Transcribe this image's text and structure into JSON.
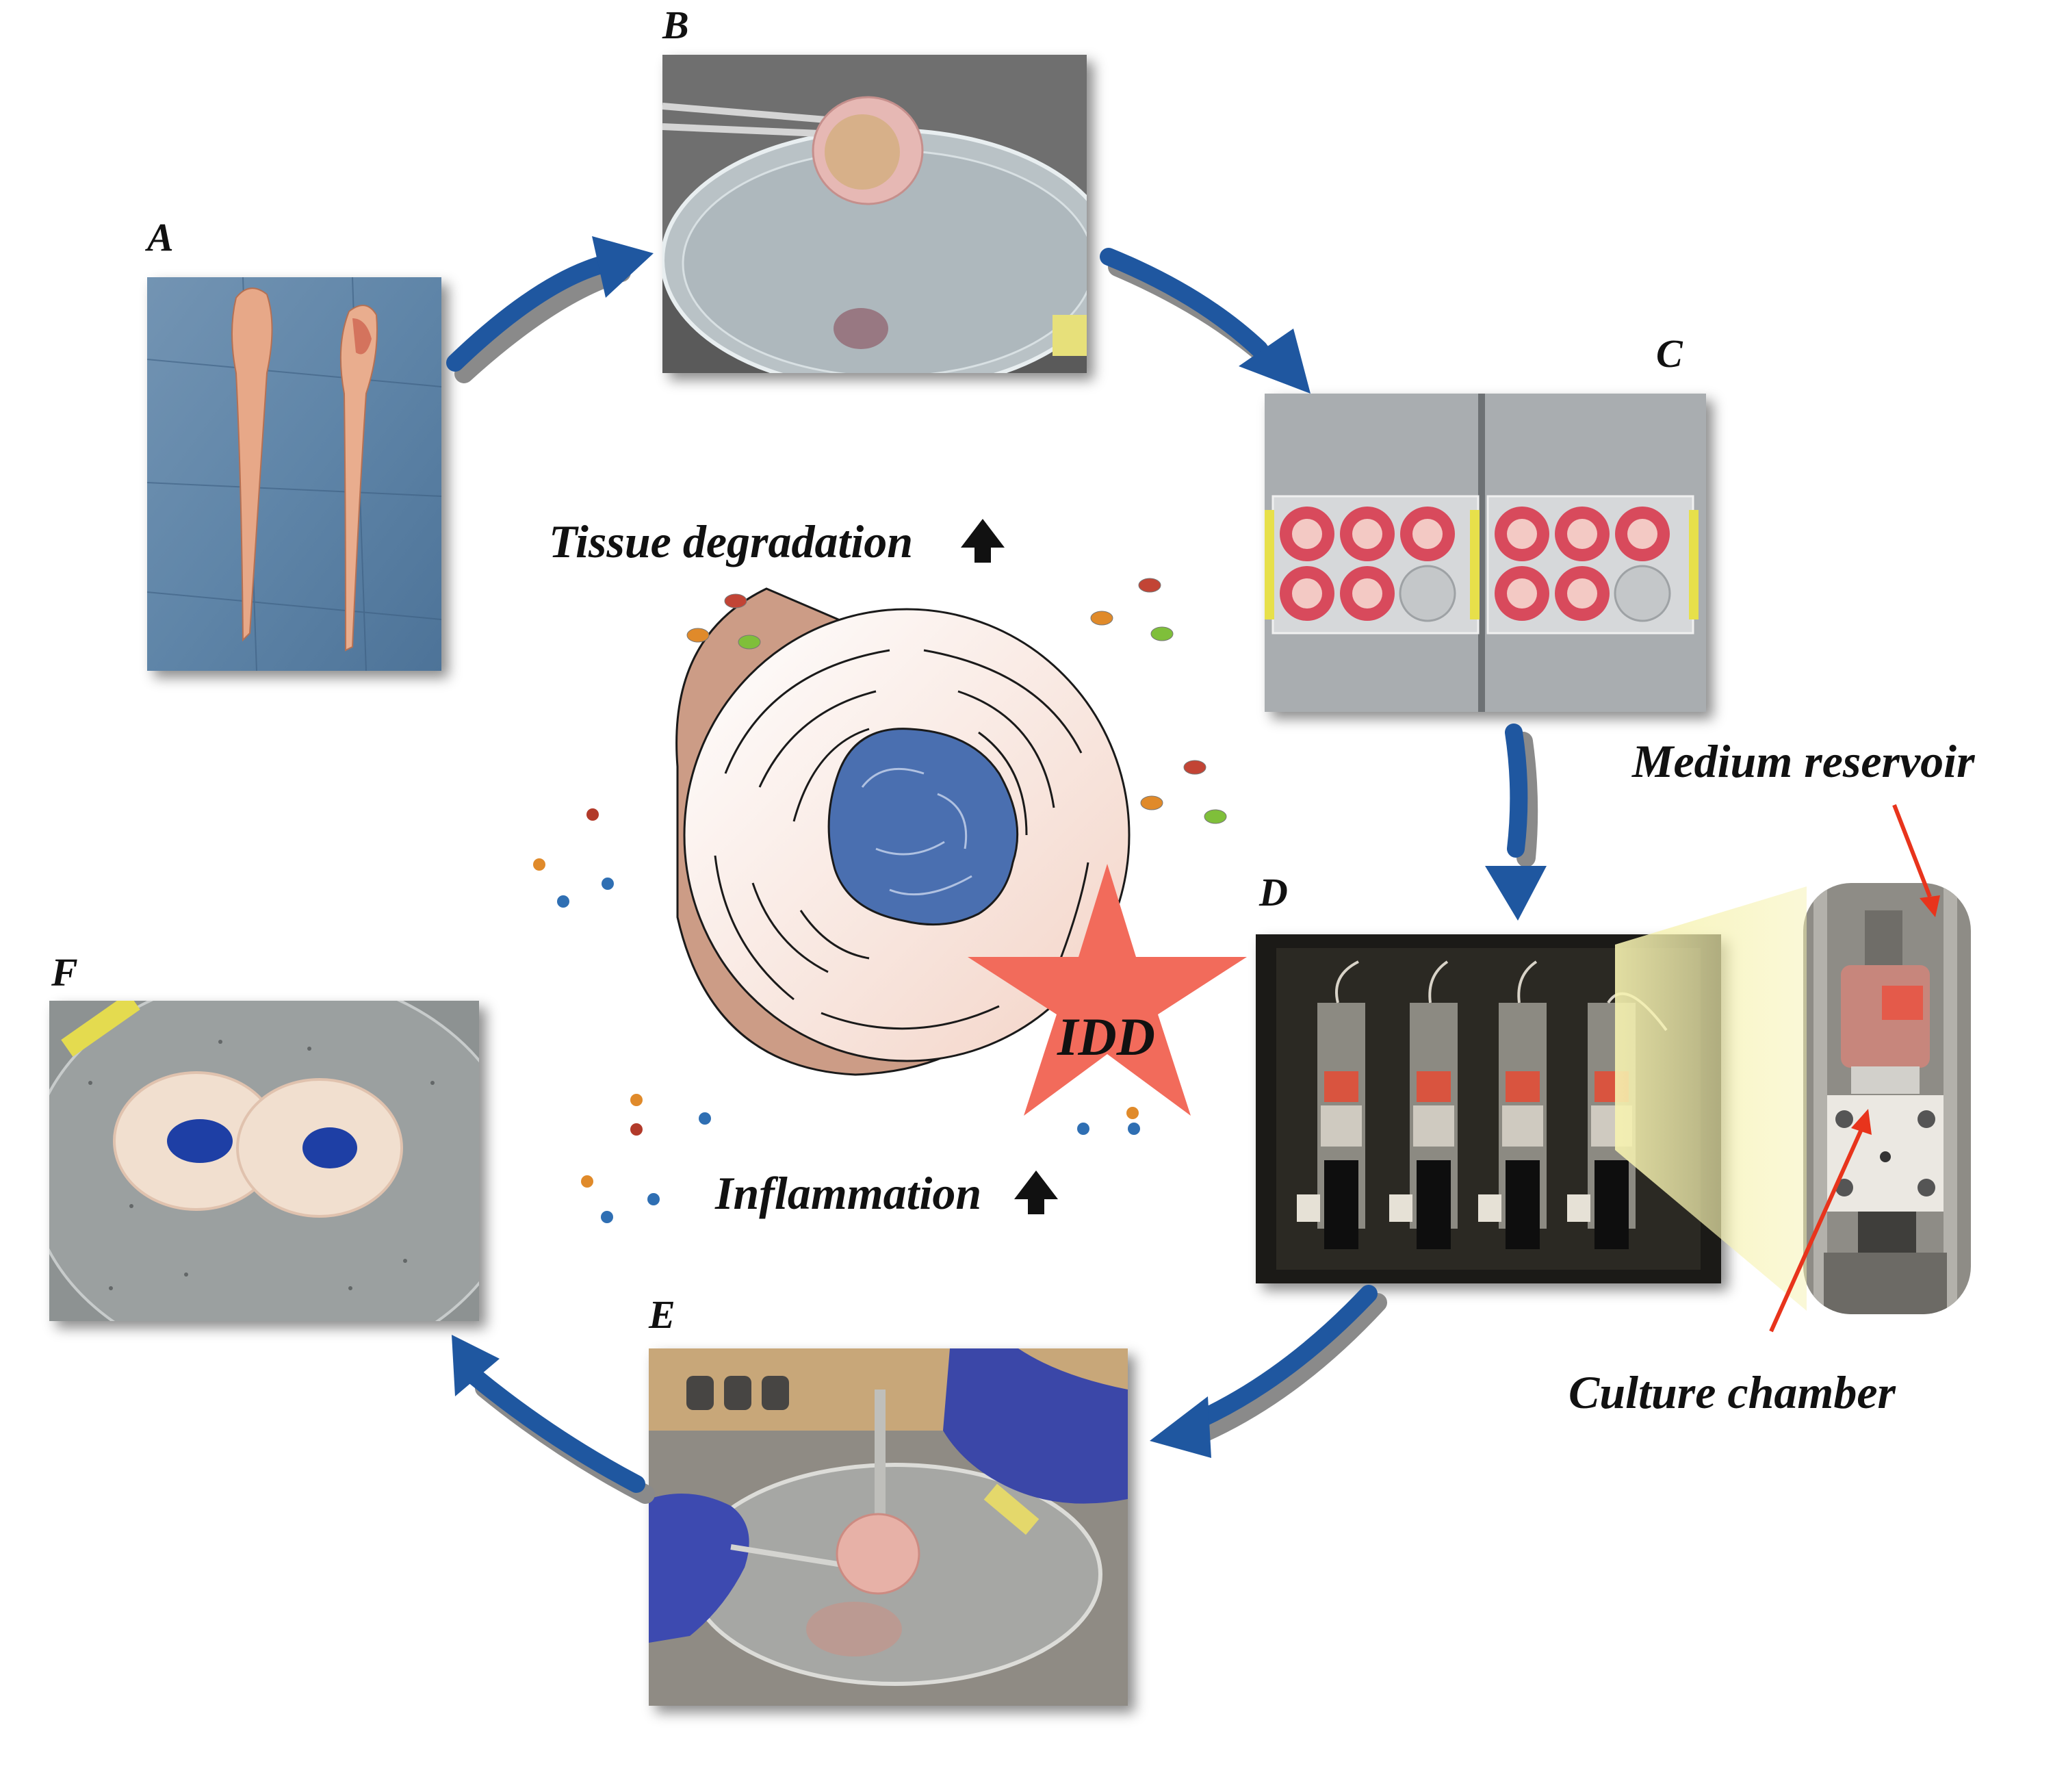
{
  "panels": {
    "a": {
      "label": "A"
    },
    "b": {
      "label": "B"
    },
    "c": {
      "label": "C"
    },
    "d": {
      "label": "D"
    },
    "e": {
      "label": "E"
    },
    "f": {
      "label": "F"
    }
  },
  "center": {
    "top_caption": "Tissue degradation",
    "bottom_caption": "Inflammation",
    "star_label": "IDD"
  },
  "callouts": {
    "reservoir": "Medium reservoir",
    "chamber": "Culture chamber"
  },
  "colors": {
    "arrow_blue": "#1f57a0",
    "star_red": "#f26b5b",
    "nucleus_blue": "#4a6fb0",
    "annulus_tan": "#cc9c86",
    "callout_red": "#e8341c",
    "callout_yellow": "#f6f2b0"
  },
  "icons": {
    "up_arrow": "bold-up-arrow-icon",
    "flow_arrow": "curved-arrow-icon"
  }
}
